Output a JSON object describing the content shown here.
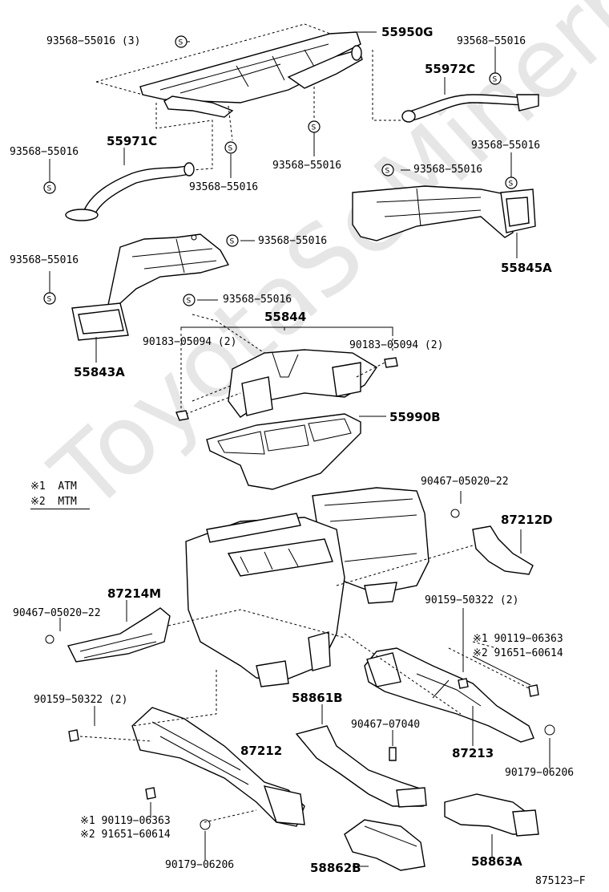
{
  "watermark": "ToyotaSeMinerru",
  "labels": {
    "l55950G": "55950G",
    "l93568_3": "93568−55016 (3)",
    "l93568_a": "93568−55016",
    "l55972C": "55972C",
    "l55971C": "55971C",
    "l93568_b": "93568−55016",
    "l93568_c": "93568−55016",
    "l93568_d": "93568−55016",
    "l93568_e": "93568−55016",
    "l93568_f": "93568−55016",
    "l55845A": "55845A",
    "l93568_g": "93568−55016",
    "l93568_h": "93568−55016",
    "l55843A": "55843A",
    "l93568_i": "93568−55016",
    "l55844": "55844",
    "l90183_a": "90183−05094 (2)",
    "l90183_b": "90183−05094 (2)",
    "l55990B": "55990B",
    "l90467_a": "90467−05020−22",
    "l87212D": "87212D",
    "l87214M": "87214M",
    "l90467_b": "90467−05020−22",
    "l90159_a": "90159−50322 (2)",
    "l90119_a": "※1  90119−06363",
    "l91651_a": "※2  91651−60614",
    "l90159_b": "90159−50322 (2)",
    "l58861B": "58861B",
    "l90467_c": "90467−07040",
    "l87212": "87212",
    "l87213": "87213",
    "l90179_a": "90179−06206",
    "l90119_b": "※1  90119−06363",
    "l91651_b": "※2  91651−60614",
    "l90179_b": "90179−06206",
    "l58862B": "58862B",
    "l58863A": "58863A",
    "l875123": "875123−F"
  },
  "legend": {
    "atm": "※1  ATM",
    "mtm": "※2  MTM"
  },
  "symbol_letter": "S"
}
